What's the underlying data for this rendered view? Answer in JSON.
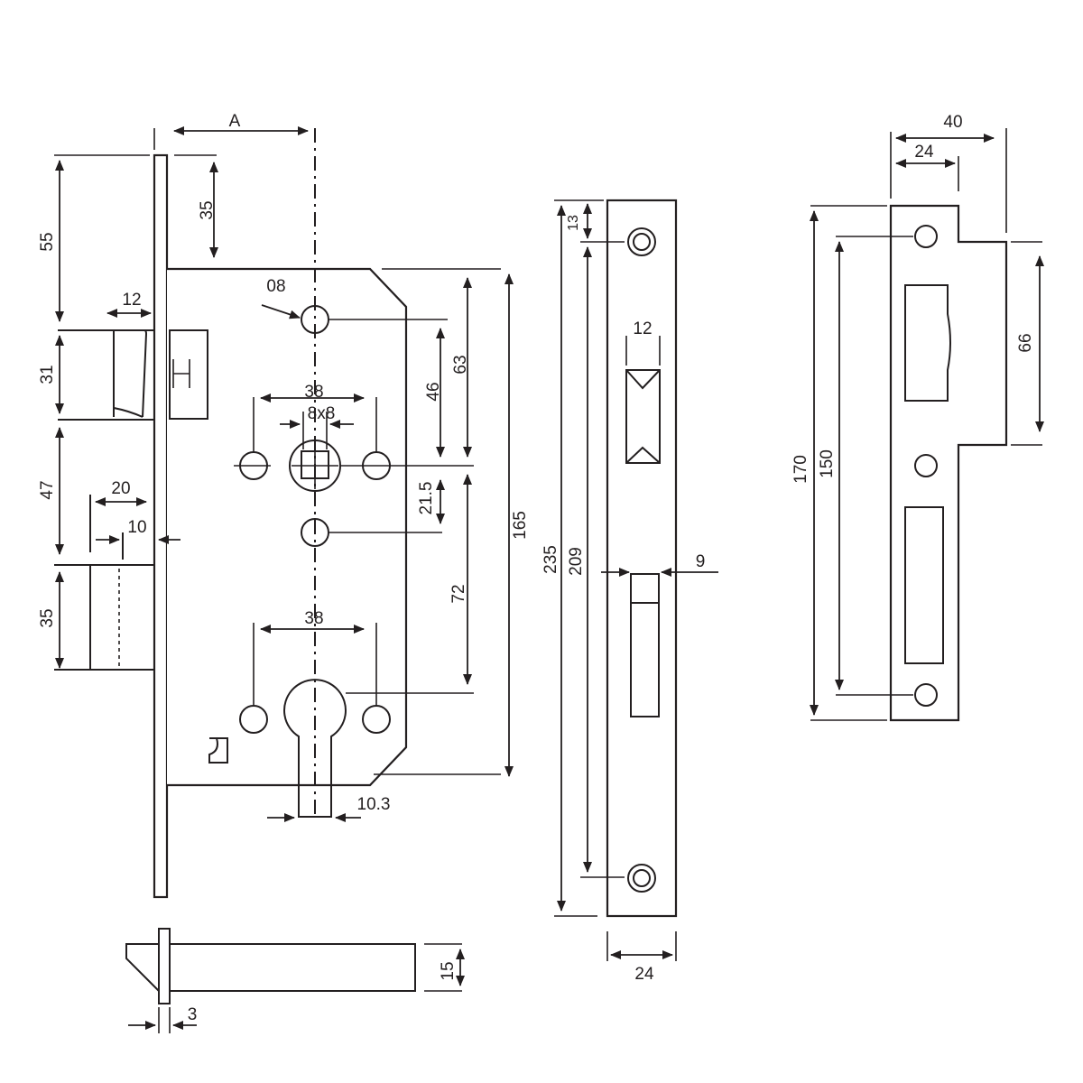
{
  "diagram": {
    "mortise_lock": {
      "backset_label": "A",
      "dims": {
        "forend_top": "55",
        "top_to_case": "35",
        "latch_projection": "12",
        "latch_height": "31",
        "handle_hole": "08",
        "spindle_spacing": "38",
        "spindle_square": "8x8",
        "latch_to_spindle": "46",
        "case_top_to_spindle": "63",
        "latch_to_deadbolt": "47",
        "deadbolt_throw": "20",
        "deadbolt_offset": "10",
        "deadbolt_height": "35",
        "spindle_to_hole": "21.5",
        "case_height": "165",
        "spindle_to_cylinder": "72",
        "cylinder_spacing": "38",
        "cylinder_width": "10.3"
      }
    },
    "faceplate": {
      "dims": {
        "screw_offset": "13",
        "latch_slot_width": "12",
        "overall_length": "235",
        "screw_spacing": "209",
        "bolt_width": "9",
        "width": "24"
      }
    },
    "strike_plate": {
      "dims": {
        "overall_width": "40",
        "plate_width": "24",
        "overall_height": "170",
        "screw_spacing": "150",
        "lip_height": "66"
      }
    },
    "bolt_side_view": {
      "dims": {
        "height": "15",
        "flange": "3"
      }
    }
  }
}
